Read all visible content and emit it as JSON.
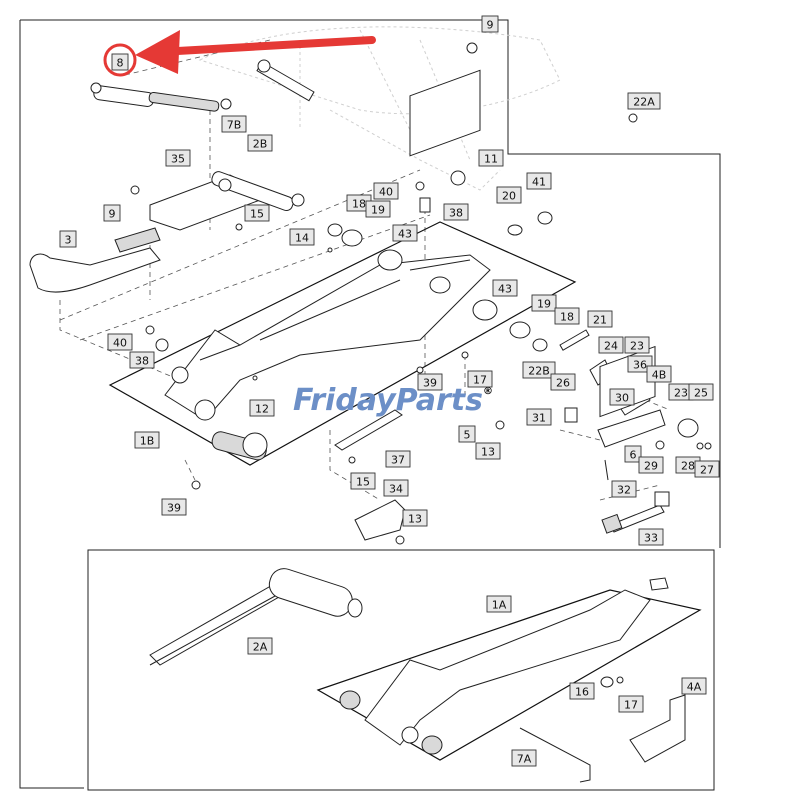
{
  "watermark": {
    "brand_first": "Friday",
    "brand_second": "Parts",
    "brand_color": "#6c8fc7",
    "accent_color": "#f2b632",
    "registered": "®"
  },
  "highlight": {
    "callout_label": "8",
    "arrow_color": "#e53935"
  },
  "callouts": {
    "c9_top": "9",
    "c22A": "22A",
    "c8": "8",
    "c7B": "7B",
    "c2B": "2B",
    "c35": "35",
    "c11": "11",
    "c40_top": "40",
    "c41": "41",
    "c20": "20",
    "c9_left": "9",
    "c15_top": "15",
    "c18_top": "18",
    "c19_top": "19",
    "c38_top": "38",
    "c3": "3",
    "c14": "14",
    "c43_top": "43",
    "c43_mid": "43",
    "c19_mid": "19",
    "c18_mid": "18",
    "c21": "21",
    "c40_left": "40",
    "c38_left": "38",
    "c24": "24",
    "c23_top": "23",
    "c22B": "22B",
    "c36": "36",
    "c17_mid": "17",
    "c39_mid": "39",
    "c26": "26",
    "c4B": "4B",
    "c30": "30",
    "c23_right": "23",
    "c25": "25",
    "c12": "12",
    "c1B": "1B",
    "c31": "31",
    "c5": "5",
    "c13_mid": "13",
    "c6": "6",
    "c29": "29",
    "c28": "28",
    "c27": "27",
    "c37": "37",
    "c15_mid": "15",
    "c32": "32",
    "c34": "34",
    "c39_bottom": "39",
    "c13_bottom": "13",
    "c33": "33",
    "c1A": "1A",
    "c2A": "2A",
    "c16": "16",
    "c17_bottom": "17",
    "c4A": "4A",
    "c7A": "7A"
  }
}
